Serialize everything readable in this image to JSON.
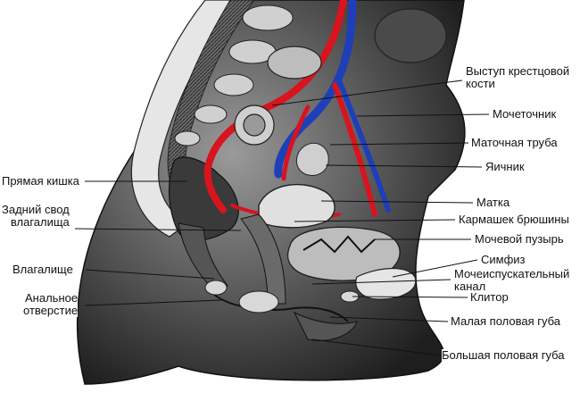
{
  "diagram": {
    "labels_right": [
      {
        "id": "sacral-promontory",
        "text": "Выступ крестцовой\nкости"
      },
      {
        "id": "ureter",
        "text": "Мочеточник"
      },
      {
        "id": "fallopian-tube",
        "text": "Маточная труба"
      },
      {
        "id": "ovary",
        "text": "Яичник"
      },
      {
        "id": "uterus",
        "text": "Матка"
      },
      {
        "id": "peritoneal-pouch",
        "text": "Кармашек брюшины"
      },
      {
        "id": "bladder",
        "text": "Мочевой пузырь"
      },
      {
        "id": "symphysis",
        "text": "Симфиз"
      },
      {
        "id": "urethra",
        "text": "Мочеиспускательный\nканал"
      },
      {
        "id": "clitoris",
        "text": "Клитор"
      },
      {
        "id": "labia-minora",
        "text": "Малая половая губа"
      },
      {
        "id": "labia-majora",
        "text": "Большая половая губа"
      }
    ],
    "labels_left": [
      {
        "id": "rectum",
        "text": "Прямая кишка"
      },
      {
        "id": "posterior-fornix",
        "text": "Задний свод\nвлагалища"
      },
      {
        "id": "vagina",
        "text": "Влагалище"
      },
      {
        "id": "anus",
        "text": "Анальное\nотверстие"
      }
    ],
    "colors": {
      "artery": "#d8141e",
      "vein": "#1f3fb8",
      "tissue_dark": "#2b2b2b",
      "tissue_mid": "#8a8a8a",
      "bone": "#d9d9d9"
    }
  }
}
